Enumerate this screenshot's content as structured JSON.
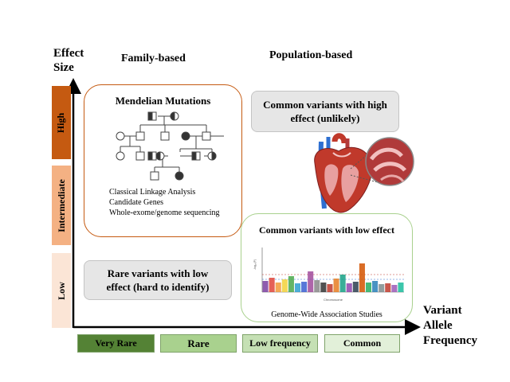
{
  "axes": {
    "y_label_line1": "Effect",
    "y_label_line2": "Size",
    "x_label_line1": "Variant",
    "x_label_line2": "Allele",
    "x_label_line3": "Frequency"
  },
  "columns": {
    "family": "Family-based",
    "population": "Population-based"
  },
  "effect_levels": [
    {
      "label": "High",
      "color": "#c55a11"
    },
    {
      "label": "Intermediate",
      "color": "#f4b183"
    },
    {
      "label": "Low",
      "color": "#fbe5d6"
    }
  ],
  "frequency_levels": [
    {
      "label": "Very Rare",
      "color": "#548235"
    },
    {
      "label": "Rare",
      "color": "#a9d18e"
    },
    {
      "label": "Low frequency",
      "color": "#c5e0b4"
    },
    {
      "label": "Common",
      "color": "#e2f0d9"
    }
  ],
  "mendelian": {
    "title": "Mendelian  Mutations",
    "methods": [
      "Classical Linkage Analysis",
      "Candidate Genes",
      "Whole-exome/genome  sequencing"
    ],
    "border_color": "#c55a11"
  },
  "common_high": {
    "line1": "Common variants with high",
    "line2": "effect (unlikely)"
  },
  "rare_low": {
    "line1": "Rare variants with low",
    "line2": "effect (hard  to identify)"
  },
  "common_low": {
    "title": "Common variants with low effect",
    "caption": "Genome-Wide  Association  Studies",
    "border_color": "#a9d18e",
    "manhattan_xlabel": "Chromosome",
    "manhattan_ylabel": "-log₁₀(P)"
  },
  "icons": [
    "pedigree-icon",
    "heart-illustration-icon",
    "manhattan-plot-icon"
  ]
}
